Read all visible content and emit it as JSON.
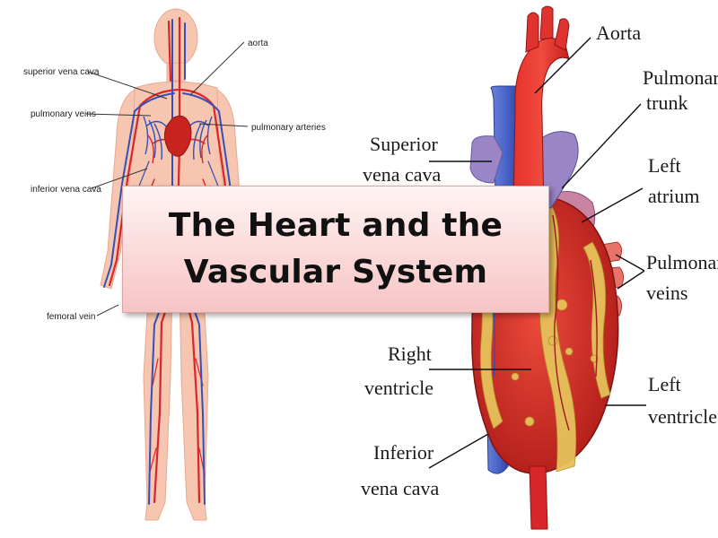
{
  "slide": {
    "title_line1": "The Heart and the",
    "title_line2": "Vascular System"
  },
  "body_labels": {
    "aorta": "aorta",
    "superior_vena_cava": "superior vena cava",
    "pulmonary_veins": "pulmonary veins",
    "pulmonary_arteries": "pulmonary arteries",
    "inferior_vena_cava": "inferior vena cava",
    "femoral_vein": "femoral vein"
  },
  "heart_labels": {
    "aorta": "Aorta",
    "pulmonary_trunk_1": "Pulmonary",
    "pulmonary_trunk_2": "trunk",
    "superior_vena_cava_1": "Superior",
    "superior_vena_cava_2": "vena cava",
    "left_atrium_1": "Left",
    "left_atrium_2": "atrium",
    "pulmonary_veins_1": "Pulmonary",
    "pulmonary_veins_2": "veins",
    "right_ventricle_1": "Right",
    "right_ventricle_2": "ventricle",
    "left_ventricle_1": "Left",
    "left_ventricle_2": "ventricle",
    "inferior_vena_cava_1": "Inferior",
    "inferior_vena_cava_2": "vena cava"
  },
  "colors": {
    "artery": "#d9262a",
    "vein": "#3550b8",
    "skin": "#f6c6b0",
    "heart_muscle": "#d4302a",
    "fat": "#e6c15a",
    "title_box": "#fbd9d9"
  }
}
